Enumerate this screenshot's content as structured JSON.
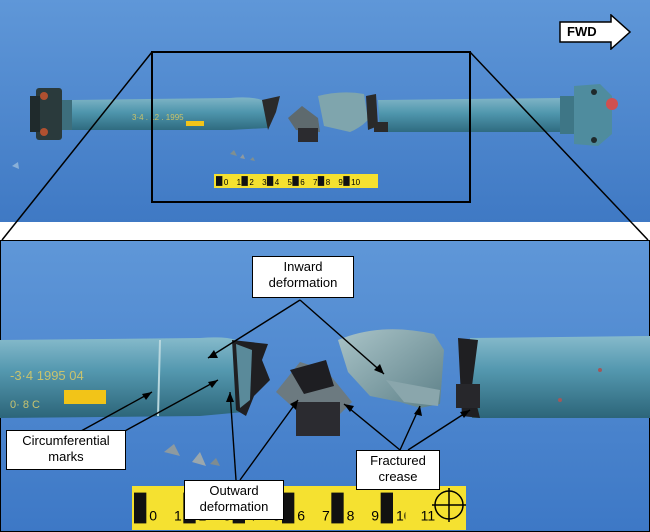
{
  "fwd_label": "FWD",
  "callouts": {
    "inward": [
      "Inward",
      "deformation"
    ],
    "circumferential": [
      "Circumferential",
      "marks"
    ],
    "outward": [
      "Outward",
      "deformation"
    ],
    "fractured": [
      "Fractured",
      "crease"
    ]
  },
  "markings": {
    "top_stencil": "3·4 . 12 . 1995",
    "bottom_stencil": "-3·4 1995 04",
    "bottom_stencil2": "0· 8  C"
  },
  "scale": {
    "top_numbers": [
      "0",
      "1",
      "2",
      "3",
      "4",
      "5",
      "6",
      "7",
      "8",
      "9",
      "10"
    ],
    "bottom_numbers": [
      "0",
      "1",
      "2",
      "3",
      "4",
      "5",
      "6",
      "7",
      "8",
      "9",
      "10",
      "11"
    ]
  },
  "colors": {
    "background_blue": "#4a86cf",
    "shaft_teal": "#4f96ad",
    "scale_yellow": "#f5e130"
  }
}
